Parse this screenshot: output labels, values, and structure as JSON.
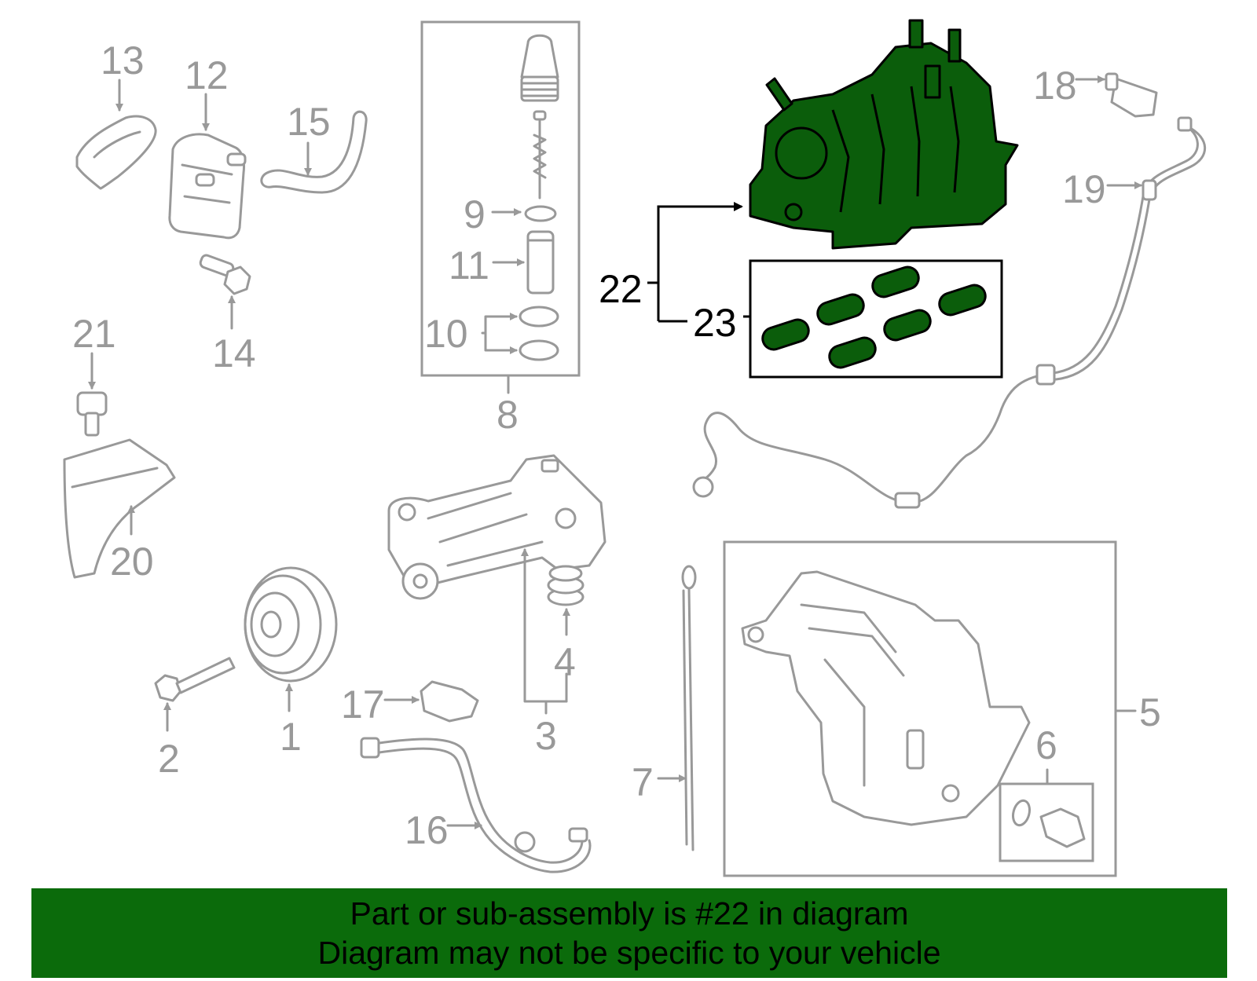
{
  "callouts": {
    "n1": "1",
    "n2": "2",
    "n3": "3",
    "n4": "4",
    "n5": "5",
    "n6": "6",
    "n7": "7",
    "n8": "8",
    "n9": "9",
    "n10": "10",
    "n11": "11",
    "n12": "12",
    "n13": "13",
    "n14": "14",
    "n15": "15",
    "n16": "16",
    "n17": "17",
    "n18": "18",
    "n19": "19",
    "n20": "20",
    "n21": "21",
    "n22": "22",
    "n23": "23"
  },
  "highlight": {
    "part_number": "22",
    "color": "#0b5d0b"
  },
  "banner": {
    "line1": "Part or sub-assembly is #22 in diagram",
    "line2": "Diagram may not be specific to your vehicle",
    "background": "#0b6b0b"
  }
}
